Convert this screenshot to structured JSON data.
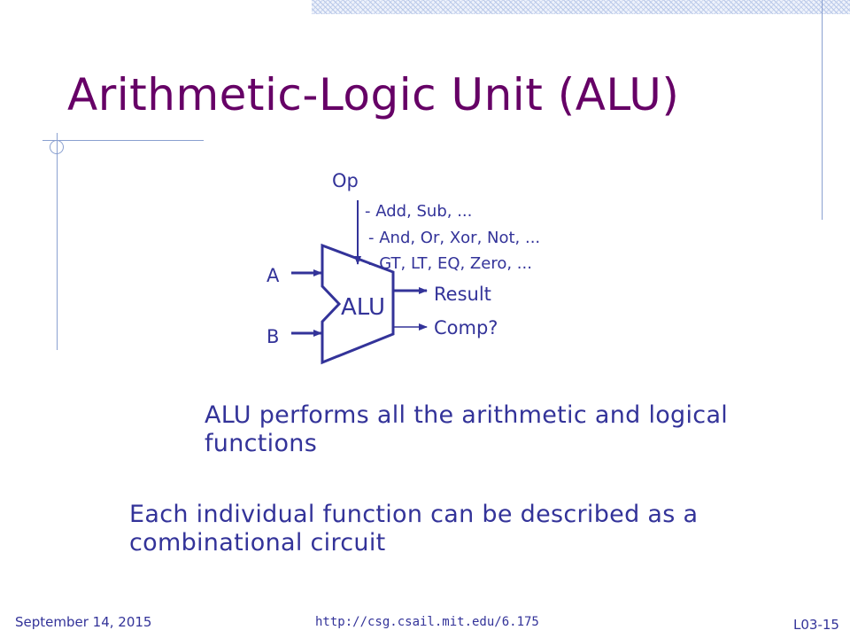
{
  "slide": {
    "title": "Arithmetic-Logic Unit (ALU)"
  },
  "diagram": {
    "op_label": "Op",
    "op_items": [
      "- Add, Sub, ...",
      "- And, Or, Xor, Not, ...",
      "- GT, LT, EQ, Zero, ..."
    ],
    "input_a": "A",
    "input_b": "B",
    "block_label": "ALU",
    "output_result": "Result",
    "output_comp": "Comp?"
  },
  "body": {
    "paragraph1": "ALU performs all the arithmetic and logical functions",
    "paragraph2": "Each individual function can be described as a combinational circuit"
  },
  "footer": {
    "date": "September 14, 2015",
    "url": "http://csg.csail.mit.edu/6.175",
    "slide_number": "L03-15"
  },
  "colors": {
    "title": "#660066",
    "text": "#333399"
  }
}
